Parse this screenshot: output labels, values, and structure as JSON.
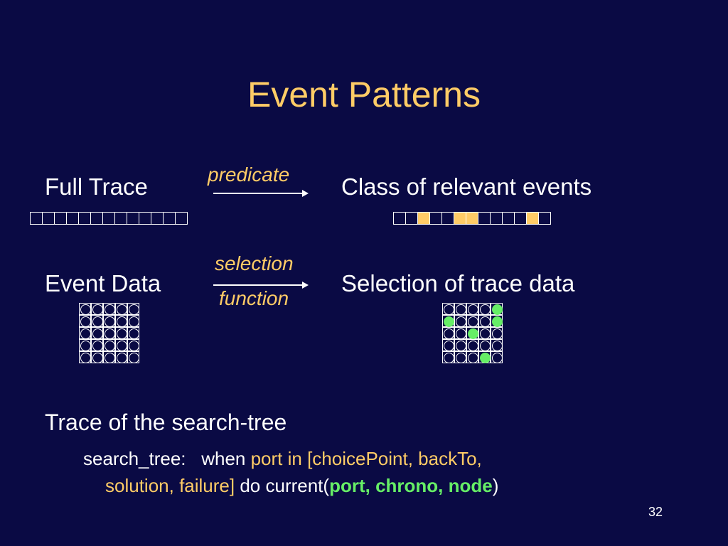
{
  "title": "Event Patterns",
  "row1": {
    "left_label": "Full Trace",
    "arrow_label": "predicate",
    "right_label": "Class of relevant events",
    "left_strip_cells": 13,
    "right_strip_cells": 13,
    "right_strip_highlighted": [
      2,
      5,
      6,
      11
    ]
  },
  "row2": {
    "left_label": "Event Data",
    "arrow_label_top": "selection",
    "arrow_label_bottom": "function",
    "right_label": "Selection of trace data",
    "grid_rows": 5,
    "grid_cols": 5,
    "right_grid_highlighted": [
      [
        0,
        4
      ],
      [
        1,
        0
      ],
      [
        1,
        4
      ],
      [
        2,
        2
      ],
      [
        4,
        3
      ]
    ]
  },
  "search_tree": {
    "heading": "Trace of the search-tree",
    "line1_prefix": "search_tree:",
    "line1_when": "when",
    "line1_orange": "port in [choicePoint, backTo,",
    "line2_orange": "solution, failure]",
    "line2_mid": "do current(",
    "line2_green": "port, chrono, node",
    "line2_end": ")"
  },
  "page_number": "32",
  "colors": {
    "background": "#0a0a44",
    "accent": "#ffcc66",
    "highlight_green": "#66ee66",
    "text": "#ffffff"
  }
}
